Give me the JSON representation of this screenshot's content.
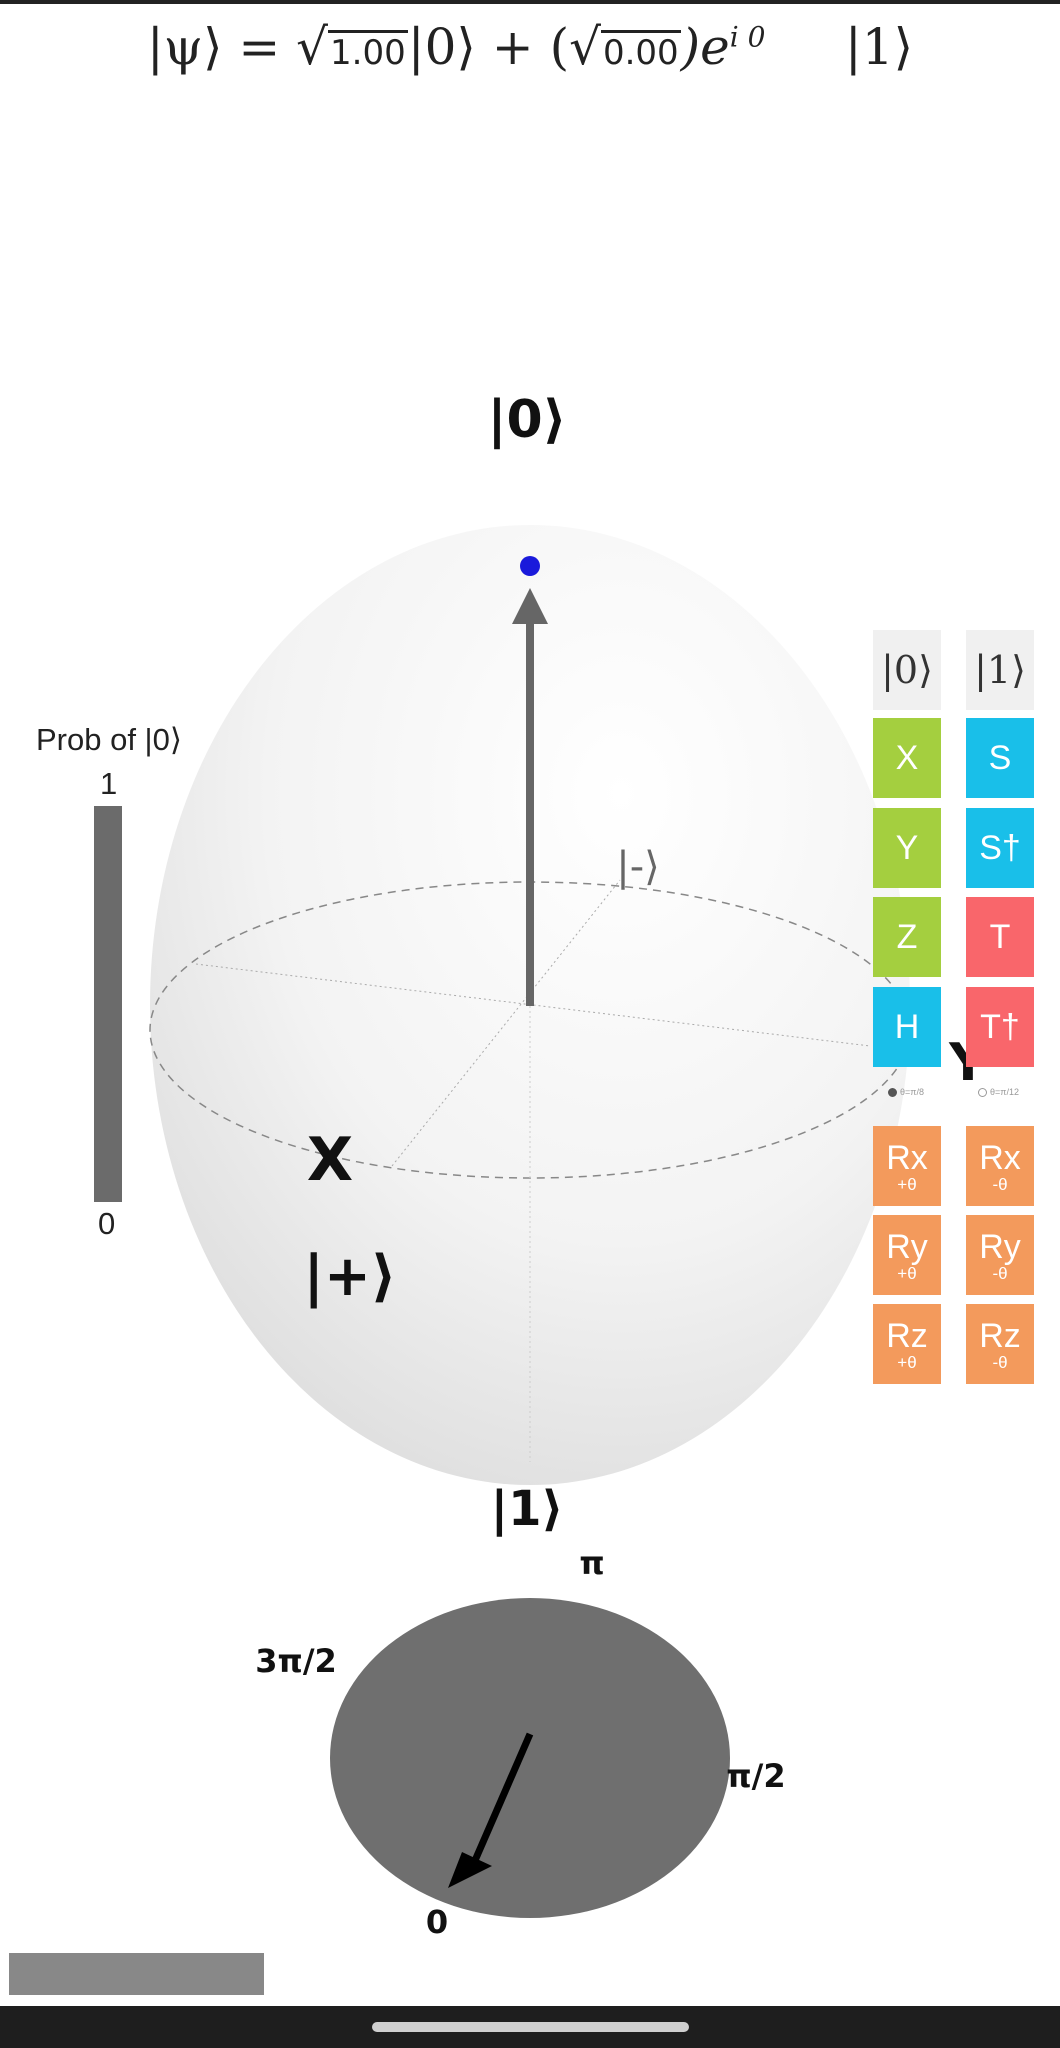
{
  "equation": {
    "psi": "|ψ⟩ = √",
    "amp0": "1.00",
    "ket0": "|0⟩ + (√",
    "amp1": "0.00",
    "paren_close": ")e",
    "phase_exp": "i 0",
    "ket1": "|1⟩"
  },
  "sphere": {
    "north_label": "|0⟩",
    "south_label": "|1⟩",
    "x_axis_label": "X",
    "y_axis_label": "Y",
    "plus_label": "|+⟩",
    "minus_label": "|-⟩",
    "state": {
      "theta_deg": 0,
      "phi_deg": 0
    },
    "colors": {
      "vector": "#666666",
      "tip": "#1a1adb",
      "sphere": "#f2f2f2"
    }
  },
  "probability": {
    "title": "Prob of |0⟩",
    "max_label": "1",
    "min_label": "0",
    "value": 1.0
  },
  "gates": {
    "reset0": "|0⟩",
    "reset1": "|1⟩",
    "x": "X",
    "y": "Y",
    "z": "Z",
    "h": "H",
    "s": "S",
    "sdg": "S†",
    "t": "T",
    "tdg": "T†",
    "radio_pi8": "θ=π/8",
    "radio_pi12": "θ=π/12",
    "rx": "Rx",
    "ry": "Ry",
    "rz": "Rz",
    "plus_theta": "+θ",
    "minus_theta": "-θ",
    "colors": {
      "pauli": "#a4cf3f",
      "phase": "#19bfe9",
      "t": "#f9666b",
      "rot": "#f39a5c"
    }
  },
  "phase_dial": {
    "label_0": "0",
    "label_pi2": "π/2",
    "label_pi": "π",
    "label_3pi2": "3π/2",
    "phase_deg": 0
  }
}
